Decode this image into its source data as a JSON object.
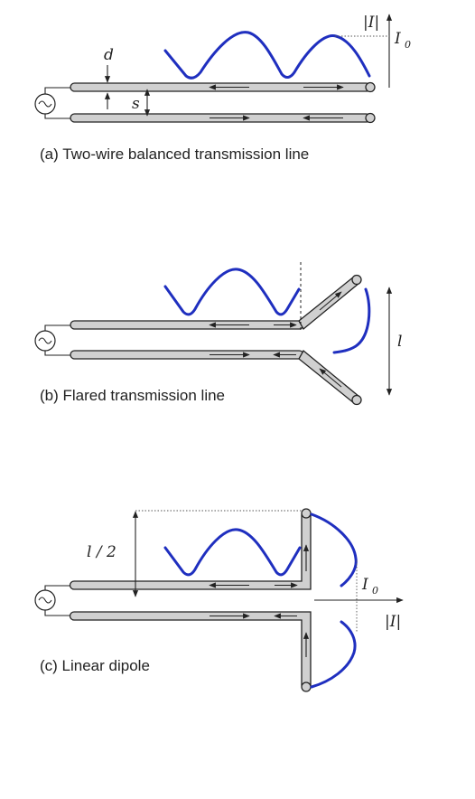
{
  "colors": {
    "current_wave": "#1f2fbf",
    "wire_fill": "#d0d0d0",
    "outline": "#222222"
  },
  "icons": [
    "ac-source-icon"
  ],
  "panel_a": {
    "caption": "(a) Two-wire balanced transmission line",
    "label_d": "d",
    "label_s": "s",
    "label_abs_i": "|I|",
    "label_i0": "I",
    "label_i0_sub": "0"
  },
  "panel_b": {
    "caption": "(b) Flared transmission line",
    "label_l": "l"
  },
  "panel_c": {
    "caption": "(c) Linear dipole",
    "label_l_half": "l / 2",
    "label_i0": "I",
    "label_i0_sub": "0",
    "label_abs_i": "|I|"
  }
}
